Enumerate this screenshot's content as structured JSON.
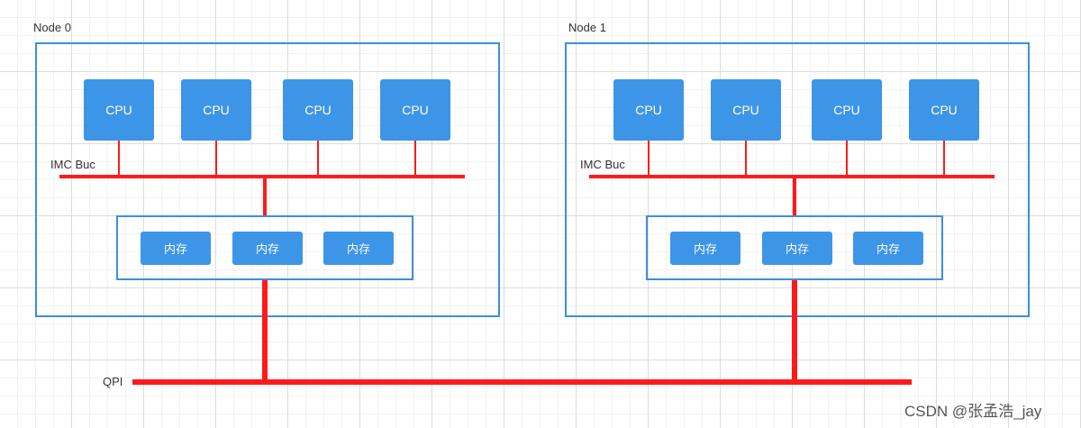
{
  "nodes": [
    {
      "label": "Node 0",
      "bus_label": "IMC Buc",
      "cpus": [
        "CPU",
        "CPU",
        "CPU",
        "CPU"
      ],
      "memory": [
        "内存",
        "内存",
        "内存"
      ]
    },
    {
      "label": "Node 1",
      "bus_label": "IMC Buc",
      "cpus": [
        "CPU",
        "CPU",
        "CPU",
        "CPU"
      ],
      "memory": [
        "内存",
        "内存",
        "内存"
      ]
    }
  ],
  "interconnect": {
    "label": "QPI"
  },
  "watermark": "CSDN @张孟浩_jay",
  "colors": {
    "box_fill": "#3d95e8",
    "border": "#3d8ee0",
    "bus": "#ff1a1a"
  }
}
